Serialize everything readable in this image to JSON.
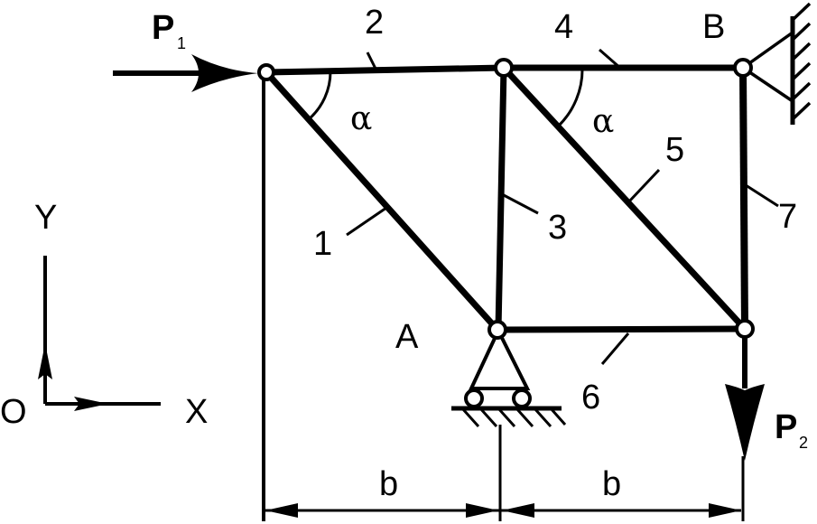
{
  "labels": {
    "p1": "P",
    "p1_sub": "1",
    "p2": "P",
    "p2_sub": "2",
    "node_a": "A",
    "node_b": "B",
    "angle_1": "α",
    "angle_2": "α",
    "dim_1": "b",
    "dim_2": "b",
    "axis_x": "X",
    "axis_y": "Y",
    "origin": "O"
  },
  "members": [
    {
      "id": "1",
      "label": "1"
    },
    {
      "id": "2",
      "label": "2"
    },
    {
      "id": "3",
      "label": "3"
    },
    {
      "id": "4",
      "label": "4"
    },
    {
      "id": "5",
      "label": "5"
    },
    {
      "id": "6",
      "label": "6"
    },
    {
      "id": "7",
      "label": "7"
    }
  ],
  "colors": {
    "ink": "#000000",
    "background": "#ffffff"
  }
}
